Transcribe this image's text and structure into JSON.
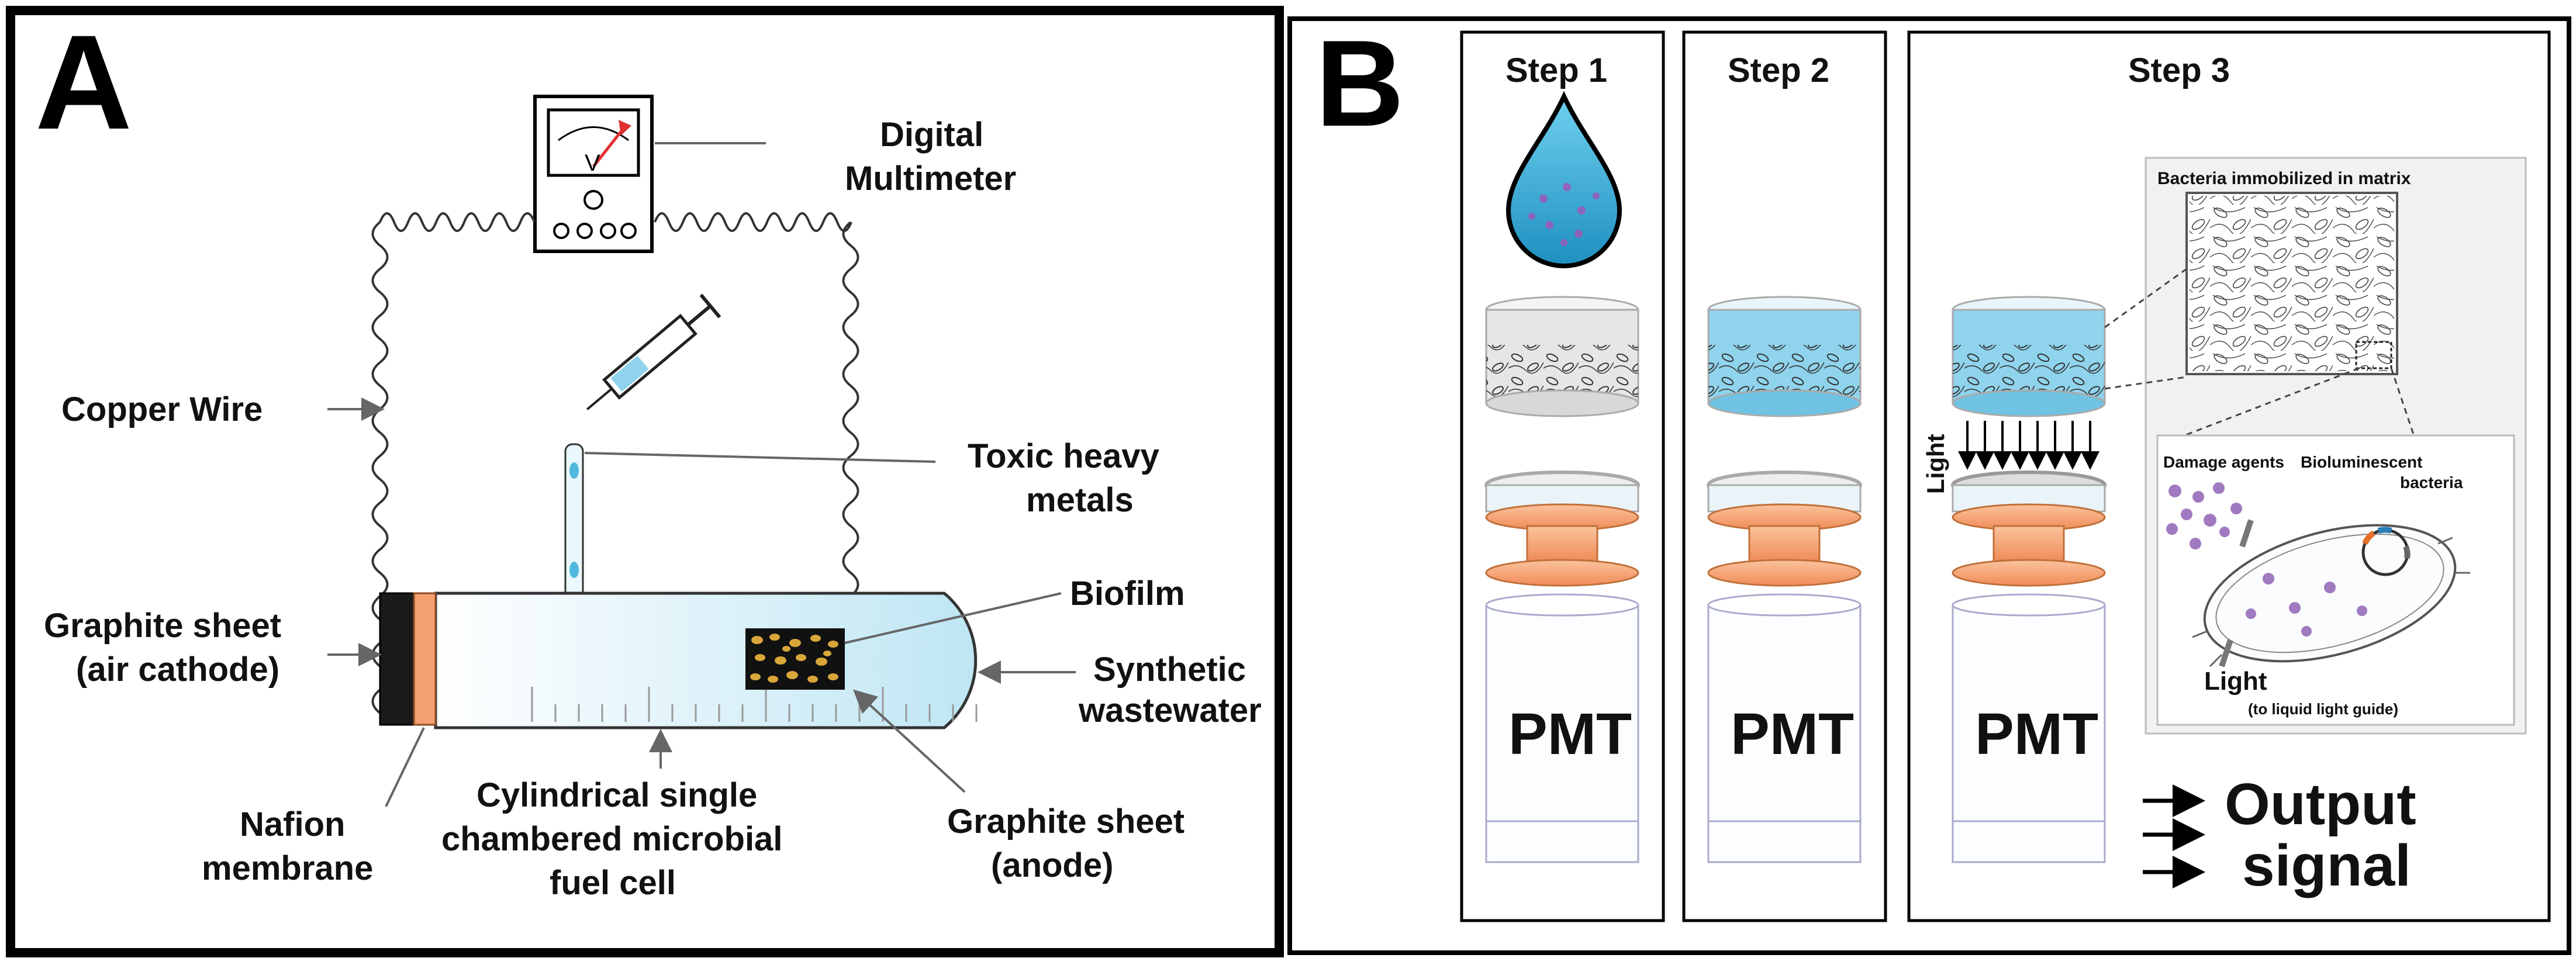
{
  "panel_a": {
    "letter": "A",
    "labels": {
      "multimeter_1": "Digital",
      "multimeter_2": "Multimeter",
      "copper_wire": "Copper Wire",
      "toxic_1": "Toxic heavy",
      "toxic_2": "metals",
      "biofilm": "Biofilm",
      "graphite_cathode_1": "Graphite sheet",
      "graphite_cathode_2": "(air cathode)",
      "synthetic_1": "Synthetic",
      "synthetic_2": "wastewater",
      "nafion_1": "Nafion",
      "nafion_2": "membrane",
      "mfc_1": "Cylindrical single",
      "mfc_2": "chambered microbial",
      "mfc_3": "fuel cell",
      "graphite_anode_1": "Graphite sheet",
      "graphite_anode_2": "(anode)"
    },
    "meter_symbol": "V"
  },
  "panel_b": {
    "letter": "B",
    "steps": [
      "Step 1",
      "Step 2",
      "Step 3"
    ],
    "pmt_label": "PMT",
    "inset_title": "Bacteria immobilized in matrix",
    "damage_agents": "Damage agents",
    "bioluminescent_1": "Bioluminescent",
    "bioluminescent_2": "bacteria",
    "light_rotated": "Light",
    "light_inset": "Light",
    "light_guide": "(to liquid light guide)",
    "output_1": "Output",
    "output_2": "signal"
  },
  "colors": {
    "frame": "#000000",
    "water_blue": "#4fb8dc",
    "orange": "#f7a878",
    "biofilm_gold": "#d9a63a",
    "tube_fill": "#dff3fa",
    "magenta_cells": "#9b59b6"
  }
}
